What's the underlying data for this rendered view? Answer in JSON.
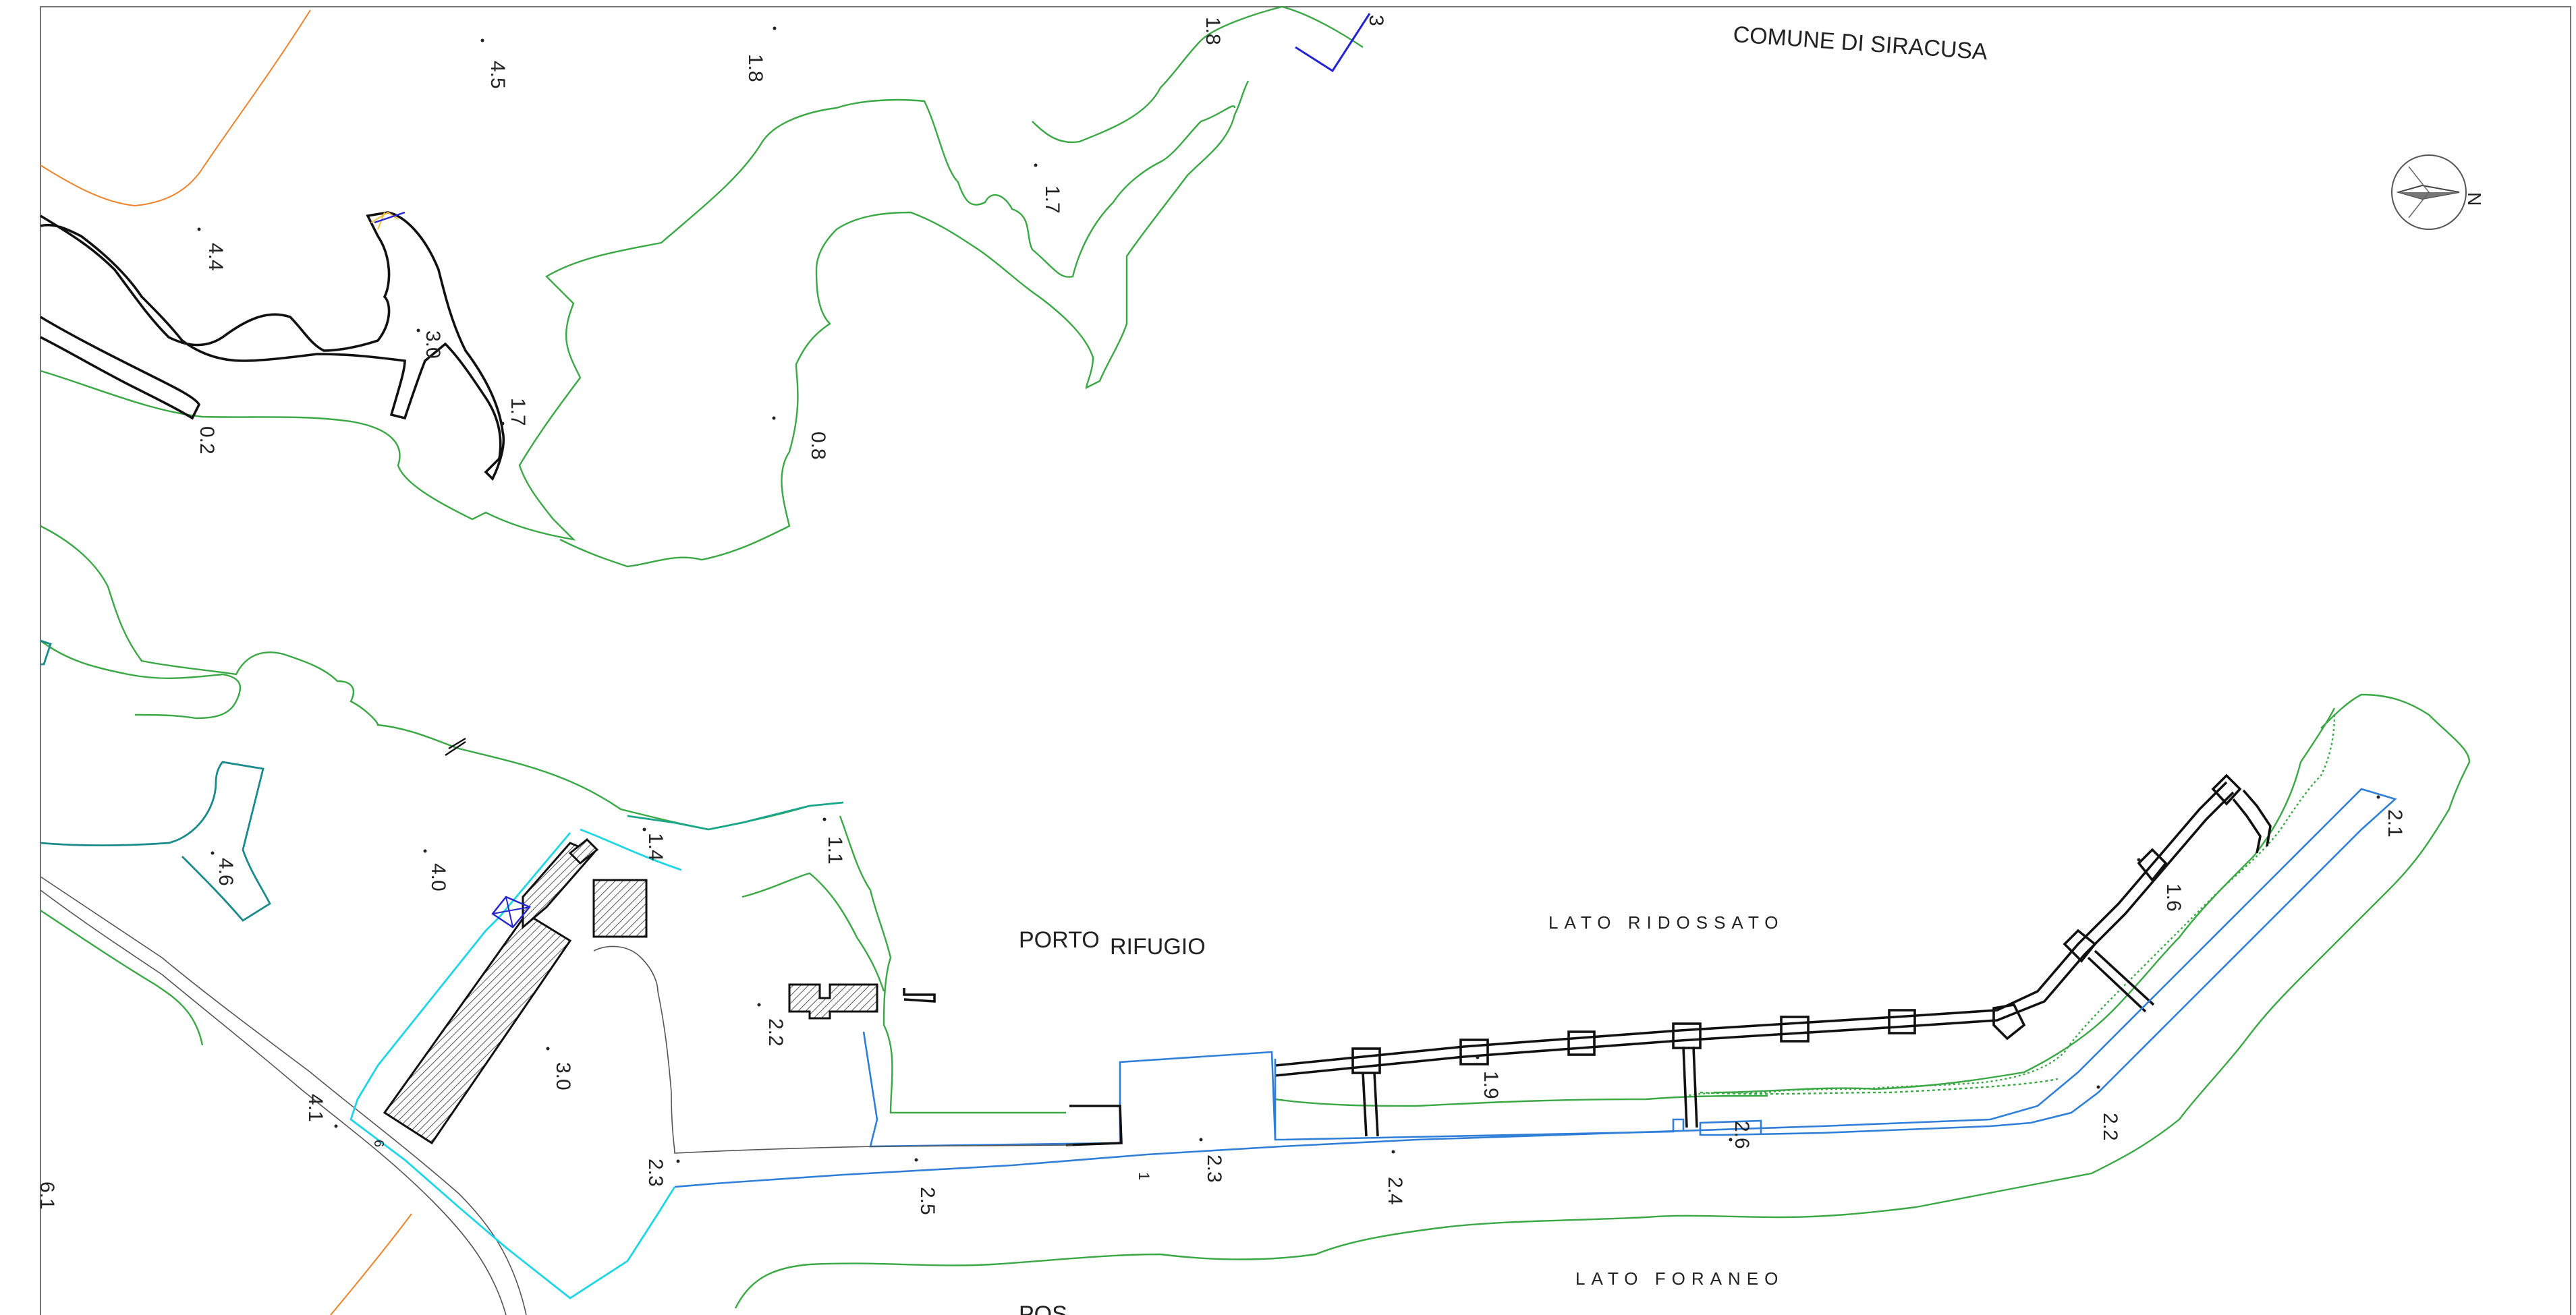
{
  "labels": {
    "comune": "COMUNE DI SIRACUSA",
    "porto": "PORTO",
    "rifugio": "RIFUGIO",
    "lato_ridossato": "LATO RIDOSSATO",
    "lato_foraneo": "LATO FORANEO",
    "north": "N",
    "partial_bottom": "POS",
    "partial_top": "3",
    "partial_small_6": "6",
    "partial_small_1": "1"
  },
  "elevations": {
    "e_4_5": "4.5",
    "e_1_8_a": "1.8",
    "e_1_8_b": "1.8",
    "e_1_7_a": "1.7",
    "e_4_4": "4.4",
    "e_3_0_a": "3.0",
    "e_1_7_b": "1.7",
    "e_0_2": "0.2",
    "e_0_8": "0.8",
    "e_4_6": "4.6",
    "e_4_0": "4.0",
    "e_1_4": "1.4",
    "e_1_1": "1.1",
    "e_2_2_a": "2.2",
    "e_3_0_b": "3.0",
    "e_4_1": "4.1",
    "e_6_1": "6.1",
    "e_2_3_a": "2.3",
    "e_2_5": "2.5",
    "e_2_3_b": "2.3",
    "e_2_4": "2.4",
    "e_1_9": "1.9",
    "e_2_6": "2.6",
    "e_2_2_b": "2.2",
    "e_1_6": "1.6",
    "e_2_1": "2.1"
  },
  "colors": {
    "contour": "#3aa845",
    "structure": "#111111",
    "waterline": "#2f7fd8",
    "quay": "#1fd6e6",
    "boundary": "#1a8a8a",
    "road": "#f0822a"
  },
  "icons": {
    "north_arrow": "compass-north-arrow-icon"
  }
}
